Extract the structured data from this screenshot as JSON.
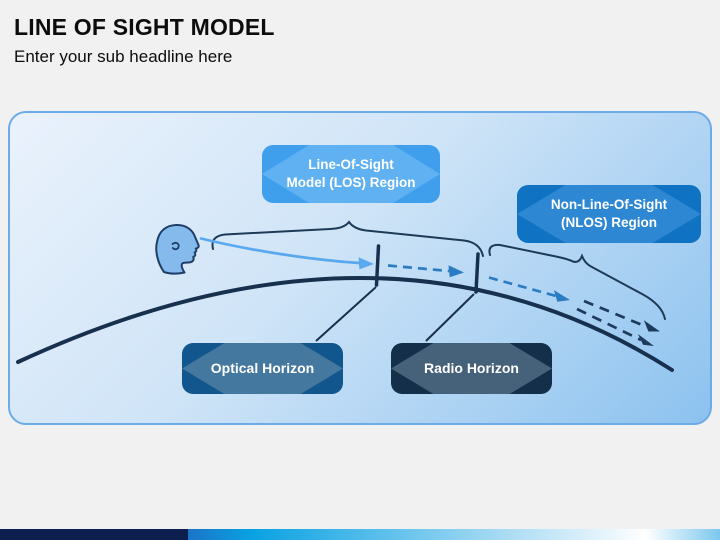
{
  "header": {
    "title": "LINE OF SIGHT MODEL",
    "subtitle": "Enter your sub headline here"
  },
  "diagram": {
    "los_box": {
      "line1": "Line-Of-Sight",
      "line2": "Model (LOS) Region"
    },
    "nlos_box": {
      "line1": "Non-Line-Of-Sight",
      "line2": "(NLOS) Region"
    },
    "optical_box": {
      "label": "Optical Horizon"
    },
    "radio_box": {
      "label": "Radio Horizon"
    }
  },
  "colors": {
    "page_bg": "#f1f1f2",
    "text": "#0d0d0d",
    "panel_border": "#6aabe8",
    "panel_grad_start": "#eaf2fc",
    "panel_grad_mid": "#cfe4f7",
    "panel_grad_end": "#8cc2ef",
    "los_box_bg": "#3f9fed",
    "los_box_diamond": "#5fb1f2",
    "nlos_box_bg": "#0f72c3",
    "nlos_box_diamond": "#2d87d3",
    "optical_box_bg": "#11568c",
    "optical_box_diamond": "#44789e",
    "radio_box_bg": "#132f4a",
    "radio_box_diamond": "#46627a",
    "box_text": "#ffffff",
    "earth_curve": "#16304e",
    "brace": "#1d3a57",
    "los_ray": "#58a9ee",
    "dashed_ray": "#2b7cc2",
    "nlos_ray": "#1c3a5c",
    "head_fill": "#85baed",
    "head_outline": "#1d3f66",
    "footer_navy": "#0d1f4e",
    "footer_blue1": "#1b74c8",
    "footer_blue2": "#09a2e2",
    "footer_blue3": "#9ad5f2",
    "footer_light": "#ffffff",
    "footer_end": "#7cc8ee"
  }
}
